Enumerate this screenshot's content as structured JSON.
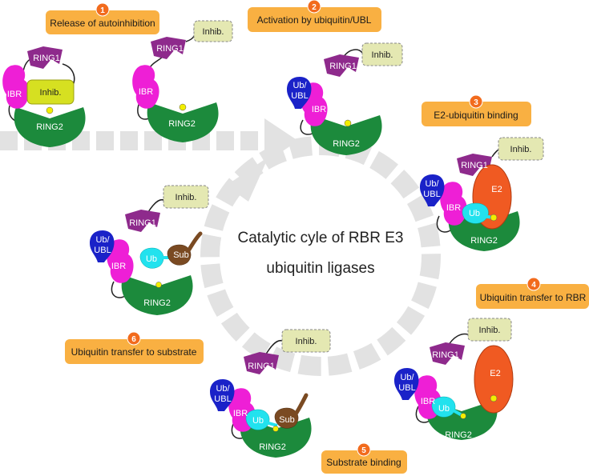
{
  "title": {
    "line1": "Catalytic cyle of RBR E3",
    "line2": "ubiquitin ligases"
  },
  "steps": [
    {
      "num": "1",
      "label": "Release of autoinhibition"
    },
    {
      "num": "2",
      "label": "Activation by ubiquitin/UBL"
    },
    {
      "num": "3",
      "label": "E2-ubiquitin binding"
    },
    {
      "num": "4",
      "label": "Ubiquitin transfer to RBR"
    },
    {
      "num": "5",
      "label": "Substrate binding"
    },
    {
      "num": "6",
      "label": "Ubiquitin transfer to substrate"
    }
  ],
  "labels": {
    "ring1": "RING1",
    "ring2": "RING2",
    "ibr": "IBR",
    "inhib": "Inhib.",
    "ub_line1": "Ub/",
    "ub_line2": "UBL",
    "ub": "Ub",
    "sub": "Sub",
    "e2": "E2"
  },
  "colors": {
    "ring1": "#8e2a8c",
    "ring2": "#1c8a3c",
    "ibr": "#ee1fd6",
    "inhib_bound": "#d6e021",
    "inhib_free": "#e4e8b2",
    "ub_ubl": "#1a22c8",
    "ub": "#22e2ee",
    "sub": "#7a4a22",
    "e2": "#f05a22",
    "step_box": "#f9b042",
    "step_badge": "#f26b1d",
    "arrow": "#e2e2e2",
    "active_site": "#f2ee00"
  }
}
